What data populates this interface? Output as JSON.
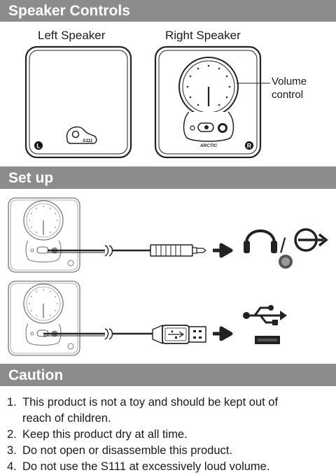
{
  "sections": {
    "controls": "Speaker Controls",
    "setup": "Set up",
    "caution": "Caution"
  },
  "speakers": {
    "left_label": "Left Speaker",
    "right_label": "Right Speaker",
    "left_badge": "L",
    "right_badge": "R",
    "model_mark": "S111",
    "brand_mark": "ARCTIC",
    "volume_label_line1": "Volume",
    "volume_label_line2": "control"
  },
  "caution": {
    "items": [
      {
        "num": "1.",
        "line1": "This product is not a toy and should be kept out of",
        "line2": "reach of children."
      },
      {
        "num": "2.",
        "line1": "Keep this product dry at all time.",
        "line2": ""
      },
      {
        "num": "3.",
        "line1": "Do not open or disassemble this product.",
        "line2": ""
      },
      {
        "num": "4.",
        "line1": "Do not use the S111 at excessively loud volume.",
        "line2": ""
      }
    ]
  },
  "icons": {
    "headphone": "headphones-icon",
    "line_out": "line-out-icon",
    "usb": "usb-icon",
    "arrow": "arrow-right-icon"
  }
}
